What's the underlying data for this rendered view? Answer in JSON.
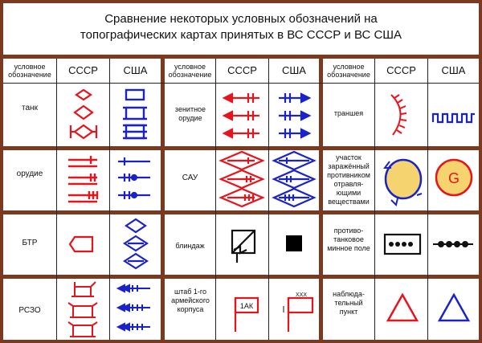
{
  "title_line1": "Сравнение некоторых условных обозначений на",
  "title_line2": "топографических картах принятых в ВС СССР и  ВС США",
  "headers": {
    "symbol": "условное обозначение",
    "ussr": "СССР",
    "usa": "США"
  },
  "col1": [
    "танк",
    "орудие",
    "БТР",
    "РСЗО"
  ],
  "col2": [
    "зенитное орудие",
    "САУ",
    "блиндаж",
    "штаб 1-го армейского корпуса"
  ],
  "col3": [
    "траншея",
    "участок заражённый противником отравля-ющими веществами",
    "противо-танковое минное поле",
    "наблюда-тельный пункт"
  ],
  "inline_text": {
    "hq_ussr": "1АК",
    "hq_usa": "XXX",
    "g_mark": "G"
  },
  "colors": {
    "frame": "#7b3a20",
    "ussr": "#e8141c",
    "usa": "#1a23c8",
    "yellow": "#f5d470"
  }
}
